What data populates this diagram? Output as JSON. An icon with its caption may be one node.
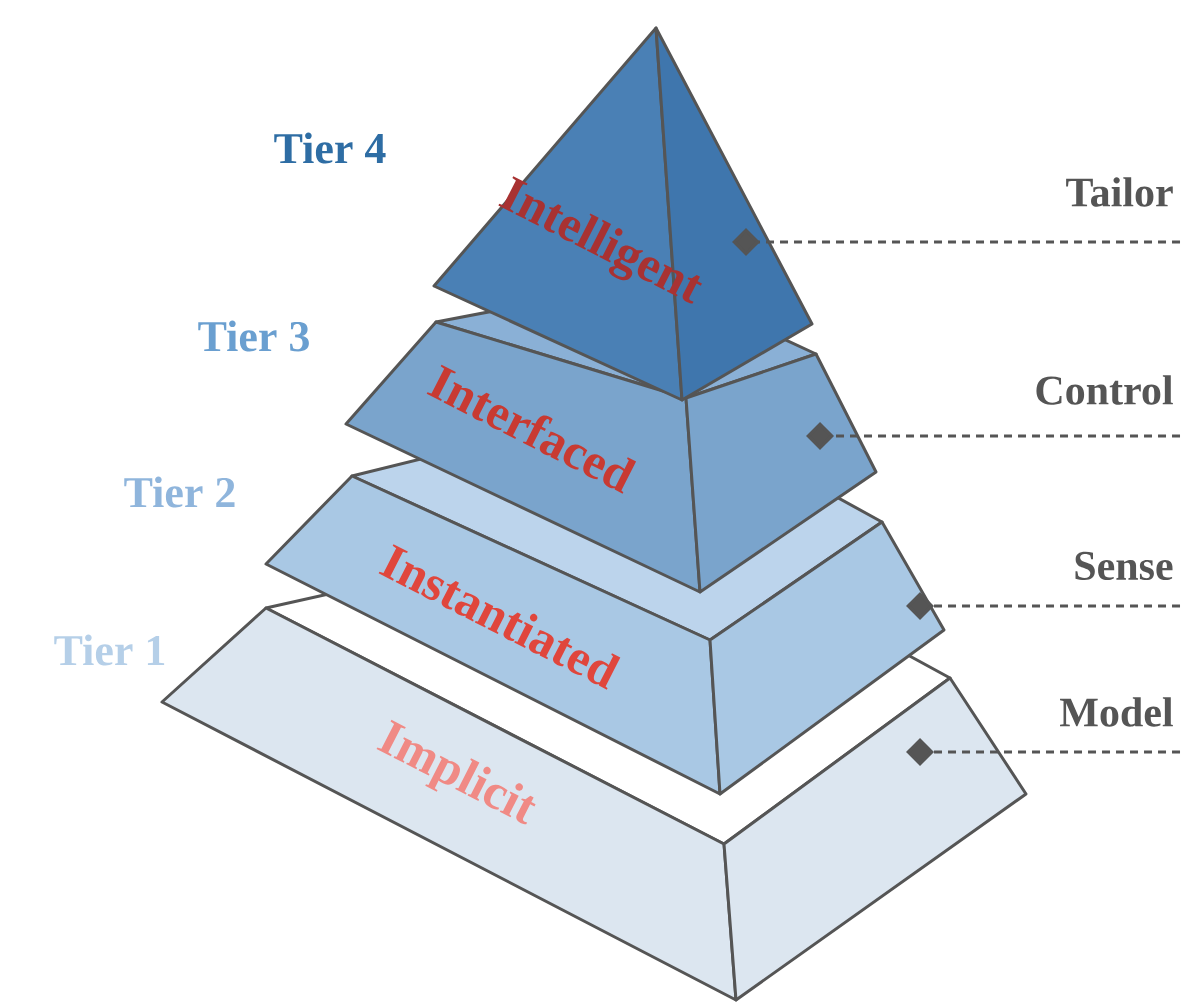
{
  "diagram": {
    "nodes": [
      {
        "text": [
          "Intelligent"
        ],
        "beside": [
          "Tier 4"
        ]
      },
      {
        "text": [
          "Tailor"
        ]
      },
      {
        "text": [
          "Interfaced"
        ],
        "beside": [
          "Tier 3"
        ]
      },
      {
        "text": [
          "Control"
        ]
      },
      {
        "text": [
          "Instantiated"
        ],
        "beside": [
          "Tier 2"
        ]
      },
      {
        "text": [
          "Sense"
        ]
      },
      {
        "text": [
          "Implicit"
        ],
        "beside": [
          "Tier 1"
        ]
      },
      {
        "text": [
          "Model"
        ]
      }
    ],
    "edges": [
      {
        "from": 1,
        "to": 0,
        "arrow": "other",
        "style": "dashed"
      },
      {
        "from": 3,
        "to": 2,
        "arrow": "other",
        "style": "dashed"
      },
      {
        "from": 5,
        "to": 4,
        "arrow": "other",
        "style": "dashed"
      },
      {
        "from": 7,
        "to": 6,
        "arrow": "other",
        "style": "dashed"
      }
    ]
  }
}
